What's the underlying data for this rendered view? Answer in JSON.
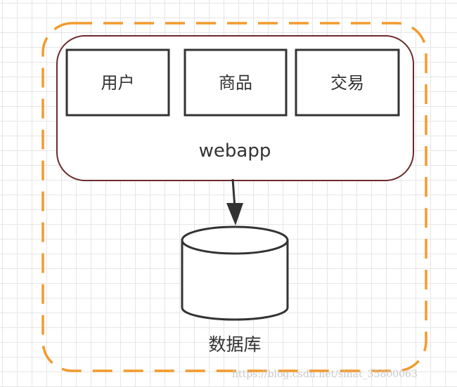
{
  "nodes": {
    "modules": [
      {
        "label": "用户"
      },
      {
        "label": "商品"
      },
      {
        "label": "交易"
      }
    ],
    "webapp": {
      "label": "webapp"
    },
    "database": {
      "label": "数据库"
    }
  },
  "colors": {
    "outer_dashed_border": "#f39a2e",
    "webapp_border": "#6b2b2b",
    "module_border": "#333333",
    "database_border": "#333333",
    "arrow": "#333333",
    "text": "#333333",
    "grid": "#e6e6e6"
  },
  "watermark": "https://blog.csdn.net/sinat_35800063"
}
